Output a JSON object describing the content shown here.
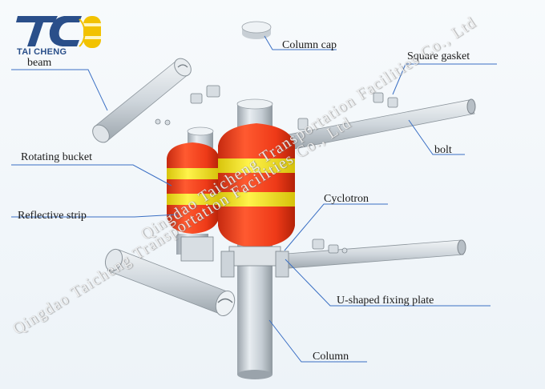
{
  "logo": {
    "mark": "TC",
    "name": "TAI CHENG"
  },
  "labels": {
    "beam": "beam",
    "column_cap": "Column cap",
    "square_gasket": "Square gasket",
    "rotating_bucket": "Rotating bucket",
    "bolt": "bolt",
    "cyclotron": "Cyclotron",
    "reflective_strip": "Reflective strip",
    "u_plate": "U-shaped fixing plate",
    "column": "Column"
  },
  "watermarks": [
    "Qingdao Taicheng Transportation Facilities Co., Ltd",
    "Qingdao Taicheng Transportation Facilities Co., Ltd"
  ],
  "colors": {
    "bucket": "#ef3b1a",
    "strip": "#f5e61a",
    "metal": "#c9d0d6",
    "leader": "#3a6fc4",
    "logo_blue": "#2a4f8a",
    "logo_yellow": "#f2c200"
  }
}
